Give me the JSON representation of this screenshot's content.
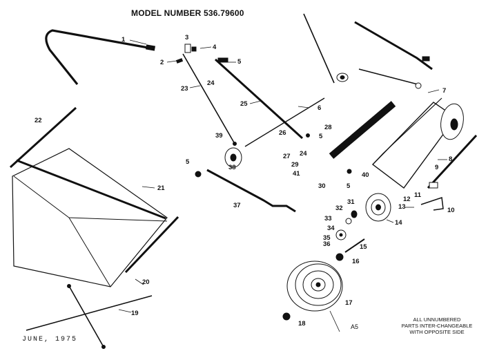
{
  "diagram": {
    "title": "MODEL NUMBER 536.79600",
    "date": "JUNE, 1975",
    "code": "A5",
    "note": [
      "ALL UNNUMBERED",
      "PARTS INTER-CHANGEABLE",
      "WITH OPPOSITE SIDE"
    ],
    "callouts": {
      "c1": "1",
      "c2": "2",
      "c3": "3",
      "c4": "4",
      "c5a": "5",
      "c23": "23",
      "c24a": "24",
      "c25": "25",
      "c6": "6",
      "c7": "7",
      "c8": "8",
      "c9": "9",
      "c10": "10",
      "c11": "11",
      "c12": "12",
      "c13": "13",
      "c14": "14",
      "c15": "15",
      "c16": "16",
      "c17": "17",
      "c18": "18",
      "c19": "19",
      "c20": "20",
      "c21": "21",
      "c22": "22",
      "c26": "26",
      "c5b": "5",
      "c27": "27",
      "c24b": "24",
      "c28": "28",
      "c29": "29",
      "c30": "30",
      "c41": "41",
      "c40": "40",
      "c5c": "5",
      "c5d": "5",
      "c39": "39",
      "c38": "38",
      "c37": "37",
      "c31": "31",
      "c32": "32",
      "c33": "33",
      "c34": "34",
      "c35": "35",
      "c36": "36"
    }
  }
}
